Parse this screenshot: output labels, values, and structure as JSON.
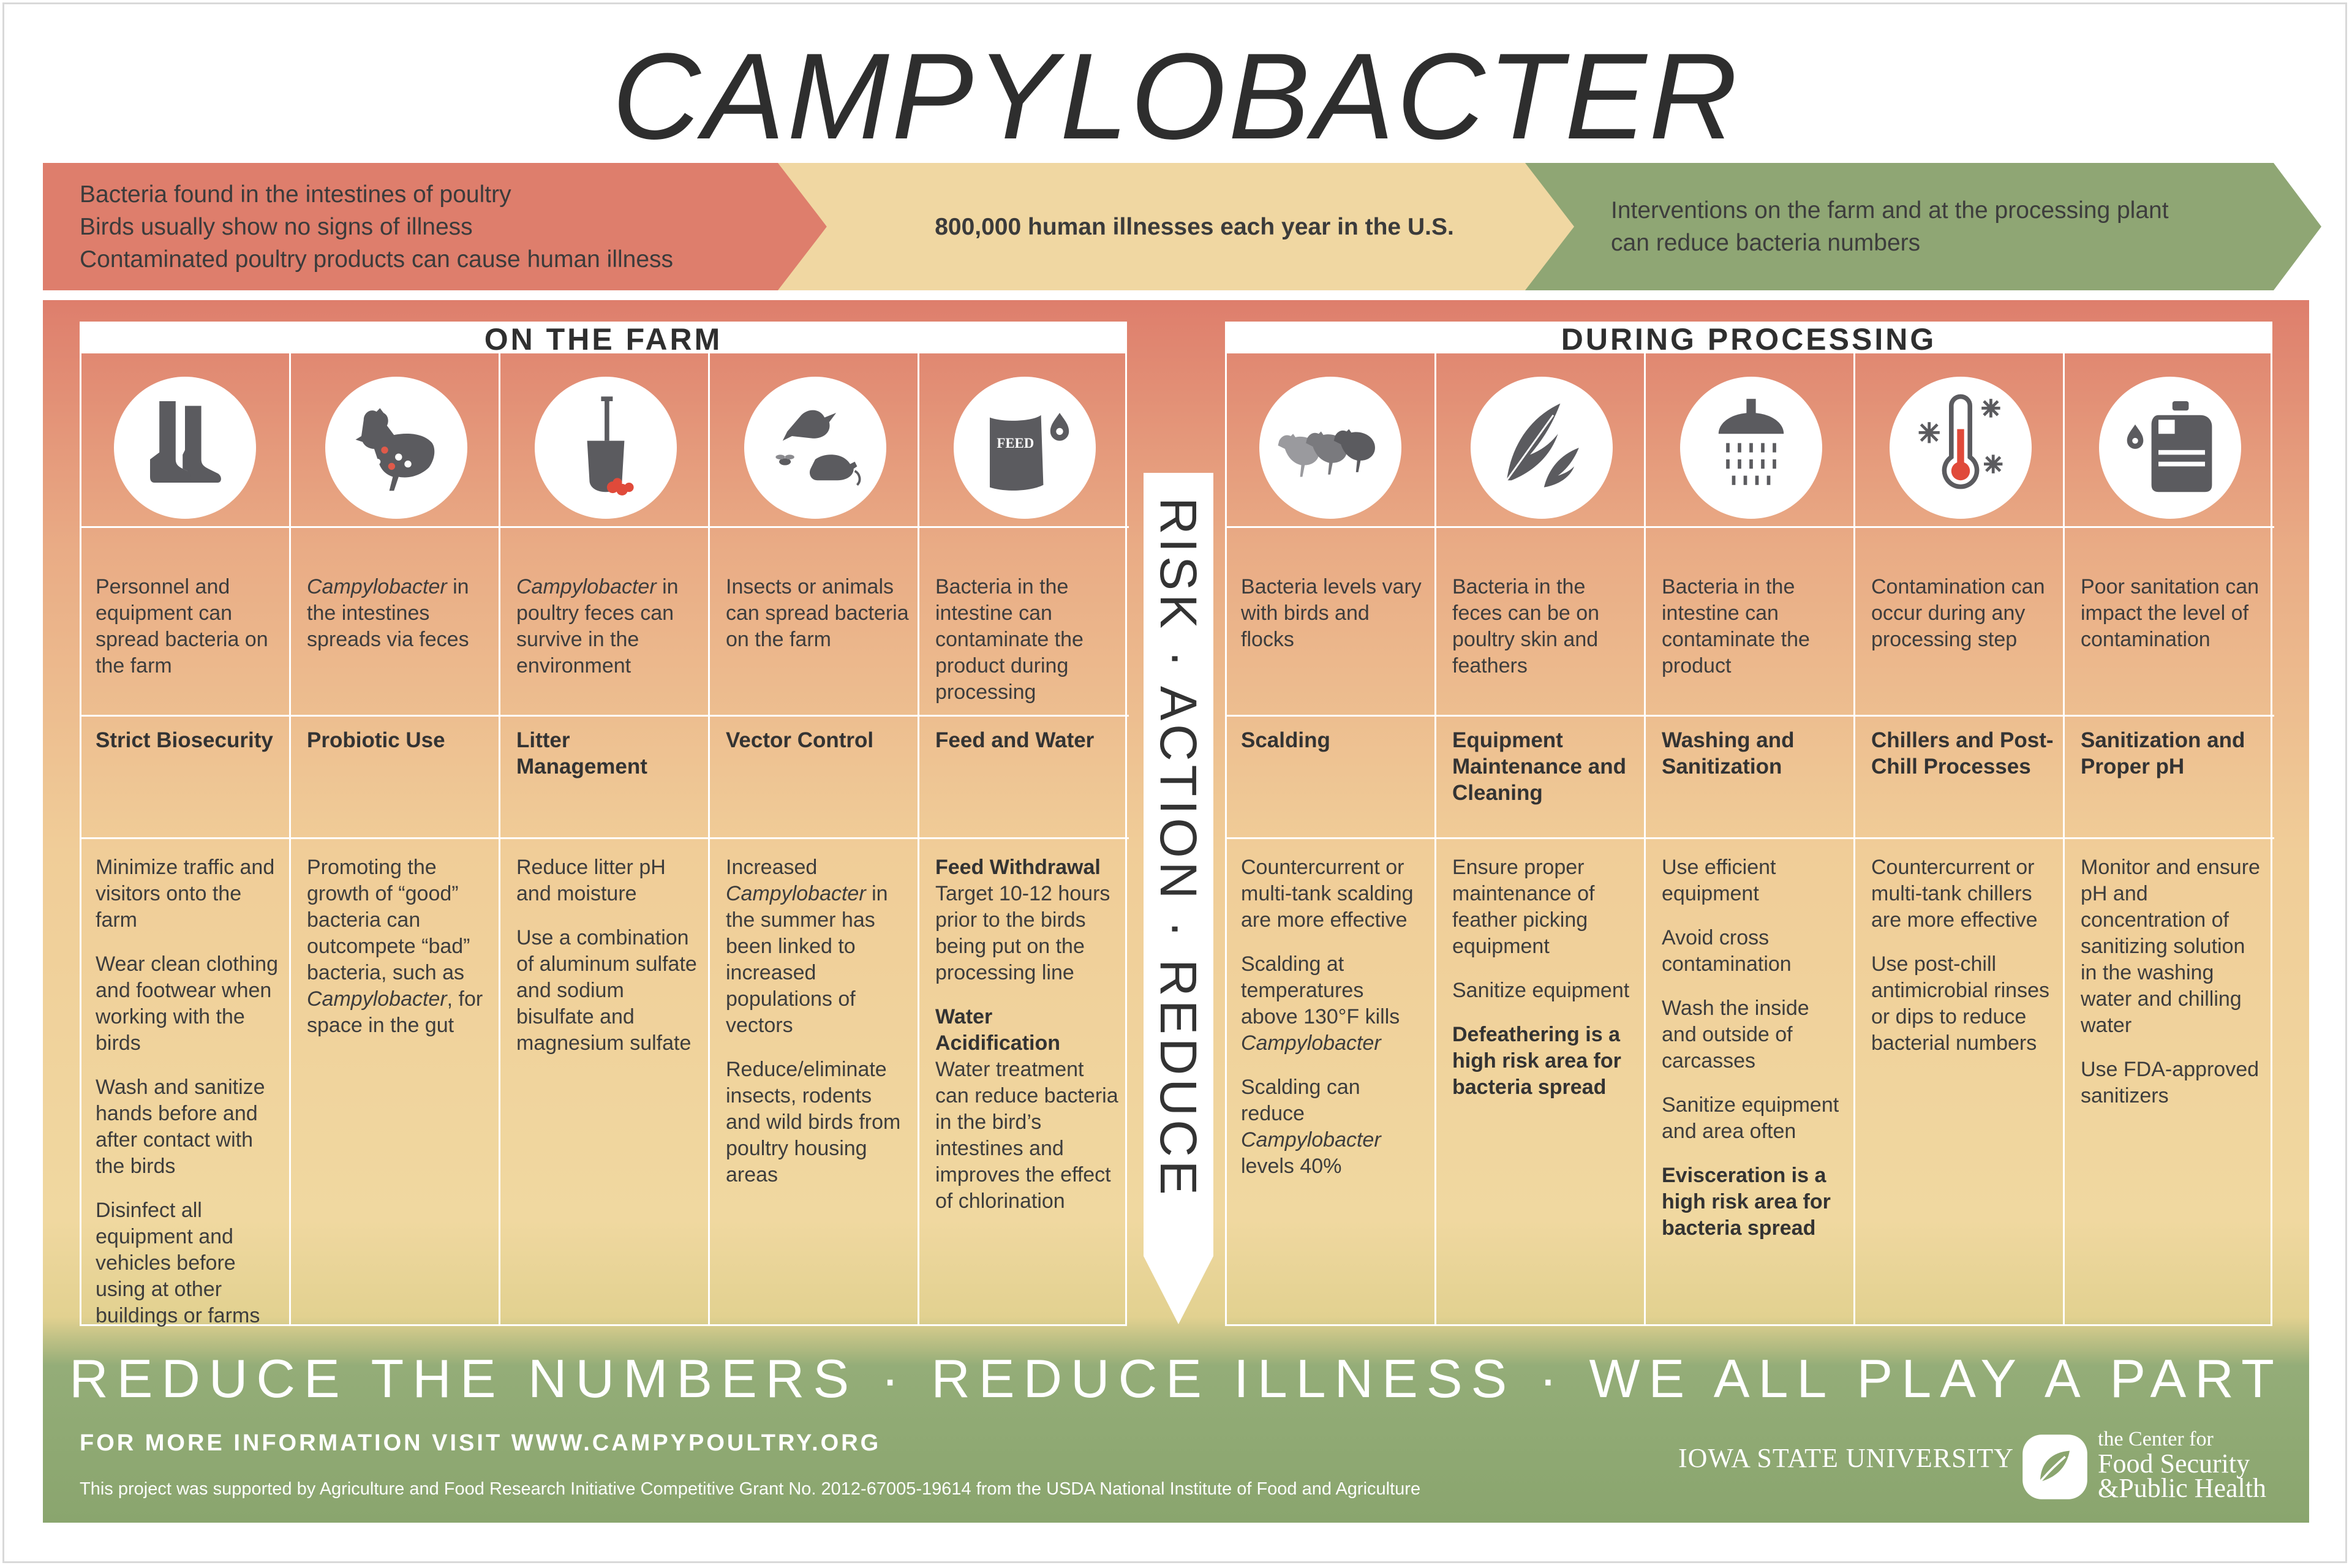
{
  "title": "CAMPYLOBACTER",
  "banners": {
    "b1": [
      "Bacteria found in the intestines of poultry",
      "Birds usually show no signs of illness",
      "Contaminated poultry products can cause human illness"
    ],
    "b2": "800,000 human illnesses each year in the U.S.",
    "b3": [
      "Interventions on the farm and at the processing plant",
      "can reduce bacteria numbers"
    ]
  },
  "farm": {
    "header": "ON THE FARM",
    "columns": [
      {
        "icon": "boots-icon",
        "risk": "Personnel and equipment can spread bacteria on the farm",
        "action": "Strict Biosecurity",
        "reduce": [
          "Minimize traffic and visitors onto the farm",
          "Wear clean clothing and footwear when working with the birds",
          "Wash and sanitize hands before and after contact with the birds",
          "Disinfect all equipment and vehicles before using at other buildings or farms"
        ]
      },
      {
        "icon": "chicken-icon",
        "risk_italic": "Campylobacter",
        "risk": " in the intestines spreads via feces",
        "action": "Probiotic Use",
        "reduce_a": "Promoting the growth of “good” bacteria can outcompete “bad” bacteria, such as ",
        "reduce_italic": "Campylobacter",
        "reduce_b": ", for space in the gut"
      },
      {
        "icon": "shovel-icon",
        "risk_italic": "Campylobacter",
        "risk": " in poultry feces can survive in the environment",
        "action": "Litter Management",
        "reduce": [
          "Reduce litter pH and moisture",
          "Use a combination of aluminum sulfate and sodium bisulfate and magnesium sulfate"
        ]
      },
      {
        "icon": "bird-rodent-fly-icon",
        "risk": "Insects or animals can spread bacteria on the farm",
        "action": "Vector Control",
        "reduce_a": "Increased ",
        "reduce_italic": "Campylobacter",
        "reduce_b": " in the summer has been linked to increased populations of vectors",
        "reduce_2": "Reduce/eliminate insects, rodents and wild birds from poultry housing areas"
      },
      {
        "icon": "feed-bag-icon",
        "icon_label": "FEED",
        "risk": "Bacteria in the intestine can contaminate the product during processing",
        "action": "Feed and Water",
        "reduce_h1": "Feed Withdrawal",
        "reduce_t1": "Target 10-12 hours prior to the birds being put on the processing line",
        "reduce_h2": "Water Acidification",
        "reduce_t2": "Water treatment can reduce bacteria in the bird’s intestines and improves the effect of chlorination"
      }
    ]
  },
  "middle": "RISK · ACTION · REDUCE",
  "processing": {
    "header": "DURING PROCESSING",
    "columns": [
      {
        "icon": "flock-icon",
        "risk": "Bacteria levels vary with birds and flocks",
        "action": "Scalding",
        "reduce_1": "Countercurrent or multi-tank scalding are more effective",
        "reduce_2": "Scalding at temperatures above 130°F kills",
        "reduce_2i": "Campylobacter",
        "reduce_3": "Scalding can reduce",
        "reduce_3i": "Campylobacter",
        "reduce_3b": "levels 40%"
      },
      {
        "icon": "feather-icon",
        "risk": "Bacteria in the feces can be on poultry skin and feathers",
        "action": "Equipment Maintenance and Cleaning",
        "reduce": [
          "Ensure proper maintenance of feather picking equipment",
          "Sanitize equipment"
        ],
        "reduce_bold": "Defeathering is a high risk area for bacteria spread"
      },
      {
        "icon": "shower-icon",
        "risk": "Bacteria in the intestine can contaminate the product",
        "action": "Washing and Sanitization",
        "reduce": [
          "Use efficient equipment",
          "Avoid cross contamination",
          "Wash the inside and outside of carcasses",
          "Sanitize equipment and area often"
        ],
        "reduce_bold": "Evisceration is a high risk area for bacteria spread"
      },
      {
        "icon": "thermometer-icon",
        "risk": "Contamination can occur during any processing step",
        "action": "Chillers and Post-Chill Processes",
        "reduce": [
          "Countercurrent or multi-tank chillers are more effective",
          "Use post-chill antimicrobial rinses or dips to reduce bacterial numbers"
        ]
      },
      {
        "icon": "sanitizer-jug-icon",
        "risk": "Poor sanitation can impact the level of contamination",
        "action": "Sanitization and Proper pH",
        "reduce": [
          "Monitor and ensure pH and concentration of sanitizing solution in the washing water and chilling water",
          "Use FDA-approved sanitizers"
        ]
      }
    ]
  },
  "footer": {
    "tagline": "REDUCE THE NUMBERS · REDUCE ILLNESS · WE ALL PLAY A PART",
    "more_info": "FOR MORE INFORMATION VISIT WWW.CAMPYPOULTRY.ORG",
    "grant": "This project was supported by Agriculture and Food Research Initiative Competitive Grant No. 2012-67005-19614 from the USDA National Institute of Food and Agriculture",
    "isu": "IOWA STATE UNIVERSITY",
    "cfsph_1": "the Center for",
    "cfsph_2": "Food Security",
    "cfsph_3": "&Public Health"
  },
  "colors": {
    "red": "#de7e6c",
    "yellow": "#f0d7a2",
    "green": "#8fa674",
    "icon": "#5b5b5f"
  }
}
